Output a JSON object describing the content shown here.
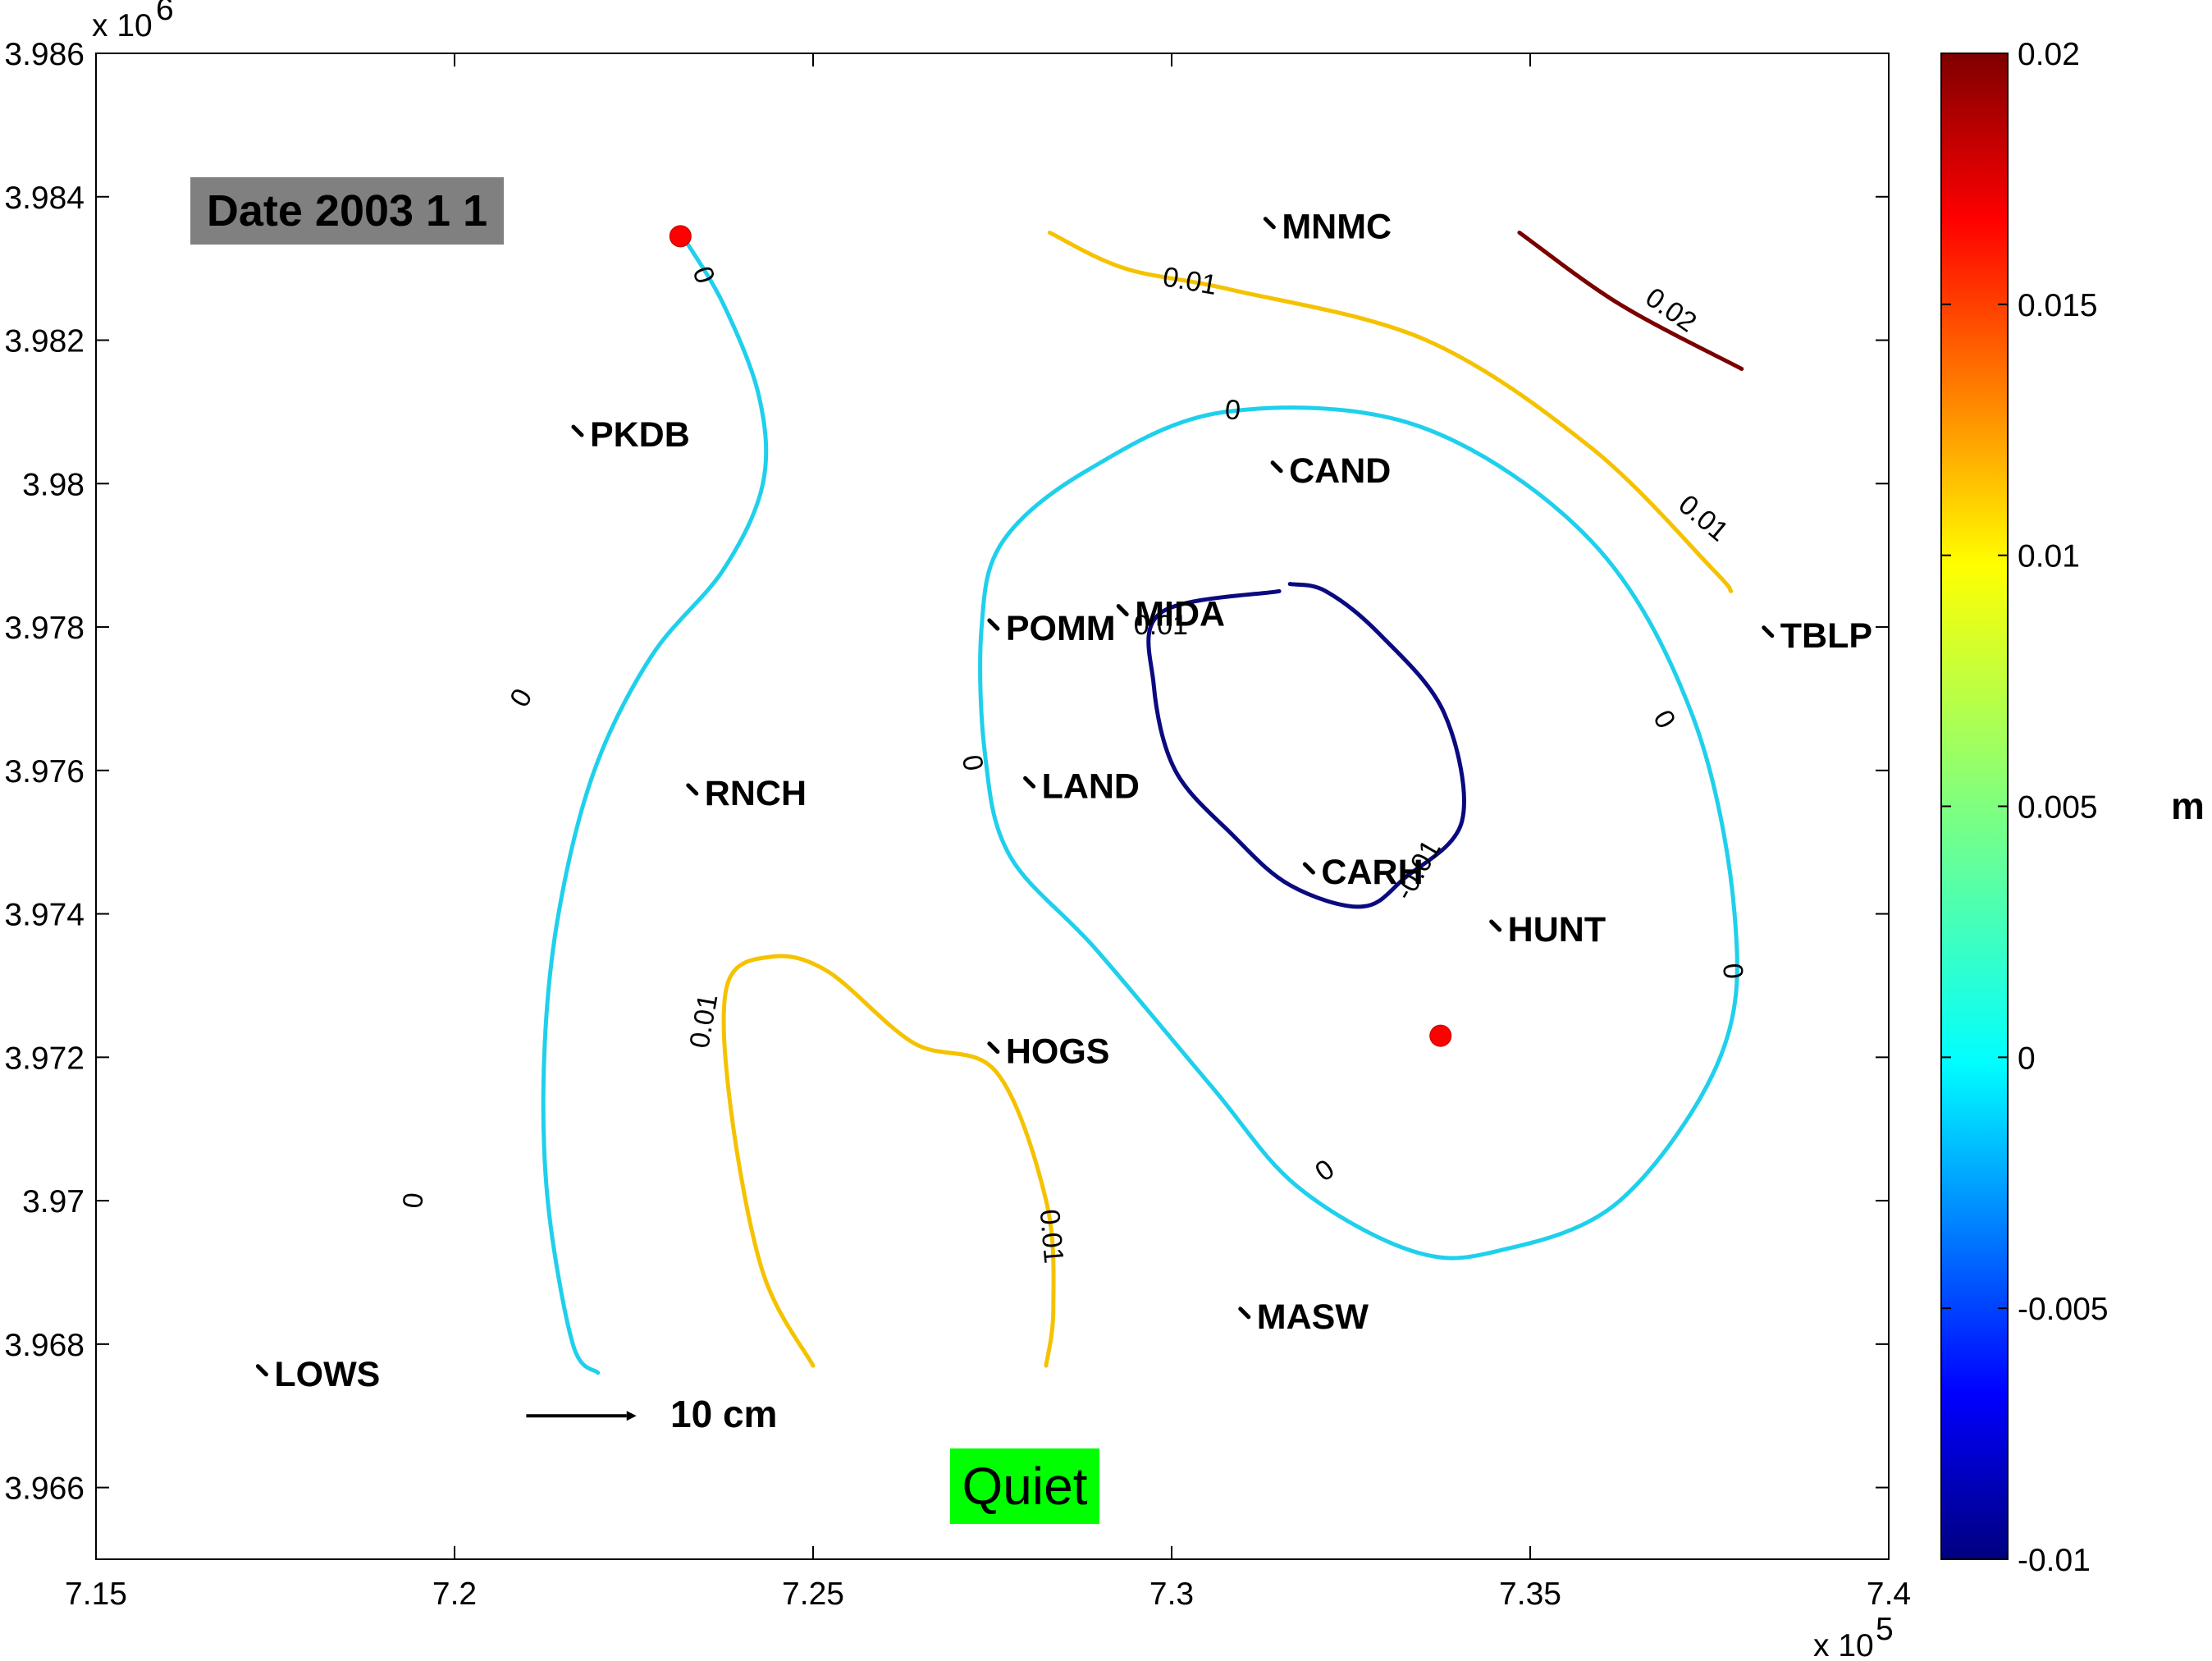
{
  "chart_data": {
    "type": "contour",
    "title": "",
    "xlabel": "",
    "ylabel": "",
    "x_multiplier_label": "x 10",
    "x_multiplier_exp": "5",
    "y_multiplier_label": "x 10",
    "y_multiplier_exp": "6",
    "xlim": [
      7.15,
      7.4
    ],
    "ylim": [
      3.965,
      3.986
    ],
    "x_ticks": [
      "7.15",
      "7.2",
      "7.25",
      "7.3",
      "7.35",
      "7.4"
    ],
    "y_ticks": [
      "3.986",
      "3.984",
      "3.982",
      "3.98",
      "3.978",
      "3.976",
      "3.974",
      "3.972",
      "3.97",
      "3.968",
      "3.966"
    ],
    "colorbar": {
      "unit": "m",
      "range": [
        -0.01,
        0.02
      ],
      "tick_labels": [
        "0.02",
        "0.015",
        "0.01",
        "0.005",
        "0",
        "-0.005",
        "-0.01"
      ]
    },
    "stations": [
      {
        "name": "MNMC",
        "x": 7.314,
        "y": 3.9836
      },
      {
        "name": "PKDB",
        "x": 7.2175,
        "y": 3.9807
      },
      {
        "name": "CAND",
        "x": 7.315,
        "y": 3.9802
      },
      {
        "name": "POMM",
        "x": 7.2755,
        "y": 3.978
      },
      {
        "name": "MIDA",
        "x": 7.2935,
        "y": 3.9782
      },
      {
        "name": "TBLP",
        "x": 7.3835,
        "y": 3.9779
      },
      {
        "name": "RNCH",
        "x": 7.2335,
        "y": 3.9757
      },
      {
        "name": "LAND",
        "x": 7.2805,
        "y": 3.9758
      },
      {
        "name": "CARH",
        "x": 7.3195,
        "y": 3.9746
      },
      {
        "name": "HUNT",
        "x": 7.3455,
        "y": 3.9738
      },
      {
        "name": "HOGS",
        "x": 7.2755,
        "y": 3.9721
      },
      {
        "name": "MASW",
        "x": 7.3105,
        "y": 3.9684
      },
      {
        "name": "LOWS",
        "x": 7.1735,
        "y": 3.9676
      }
    ],
    "red_markers": [
      {
        "x": 7.2315,
        "y": 3.98345
      },
      {
        "x": 7.3375,
        "y": 3.9723
      }
    ],
    "contours": [
      {
        "level": "0",
        "color": "#1fd0ec",
        "points": [
          [
            7.2315,
            3.9835
          ],
          [
            7.2375,
            3.9825
          ],
          [
            7.2425,
            3.9812
          ],
          [
            7.243,
            3.98
          ],
          [
            7.2375,
            3.9788
          ],
          [
            7.2275,
            3.9776
          ],
          [
            7.2195,
            3.976
          ],
          [
            7.2145,
            3.974
          ],
          [
            7.2125,
            3.972
          ],
          [
            7.213,
            3.97
          ],
          [
            7.2165,
            3.968
          ],
          [
            7.22,
            3.9676
          ]
        ]
      },
      {
        "level": "0",
        "color": "#1fd0ec",
        "closed": true,
        "points": [
          [
            7.3075,
            3.981
          ],
          [
            7.2885,
            3.9802
          ],
          [
            7.2765,
            3.9792
          ],
          [
            7.2735,
            3.978
          ],
          [
            7.274,
            3.9762
          ],
          [
            7.2775,
            3.9748
          ],
          [
            7.2895,
            3.9735
          ],
          [
            7.3055,
            3.9716
          ],
          [
            7.3175,
            3.9702
          ],
          [
            7.3335,
            3.9693
          ],
          [
            7.3455,
            3.9693
          ],
          [
            7.3625,
            3.97
          ],
          [
            7.3765,
            3.972
          ],
          [
            7.3785,
            3.974
          ],
          [
            7.3725,
            3.9768
          ],
          [
            7.3585,
            3.9792
          ],
          [
            7.3345,
            3.9808
          ]
        ]
      },
      {
        "level": "0.01",
        "color": "#f5c200",
        "points": [
          [
            7.283,
            3.9835
          ],
          [
            7.2935,
            3.983
          ],
          [
            7.3085,
            3.9827
          ],
          [
            7.3355,
            3.982
          ],
          [
            7.3585,
            3.9805
          ],
          [
            7.3755,
            3.9788
          ],
          [
            7.378,
            3.9785
          ]
        ]
      },
      {
        "level": "0.01",
        "color": "#f5c200",
        "points": [
          [
            7.25,
            3.9677
          ],
          [
            7.243,
            3.969
          ],
          [
            7.2385,
            3.9713
          ],
          [
            7.238,
            3.973
          ],
          [
            7.244,
            3.9734
          ],
          [
            7.252,
            3.9732
          ],
          [
            7.264,
            3.9722
          ],
          [
            7.2755,
            3.9718
          ],
          [
            7.2825,
            3.97
          ],
          [
            7.2835,
            3.9685
          ],
          [
            7.2825,
            3.9677
          ]
        ]
      },
      {
        "level": "0.02",
        "color": "#7a0000",
        "points": [
          [
            7.3485,
            3.9835
          ],
          [
            7.3625,
            3.9825
          ],
          [
            7.3795,
            3.9816
          ]
        ]
      },
      {
        "level": "-0.01",
        "color": "#0a0a80",
        "closed": false,
        "points": [
          [
            7.315,
            3.9785
          ],
          [
            7.2985,
            3.9782
          ],
          [
            7.2975,
            3.9772
          ],
          [
            7.3005,
            3.976
          ],
          [
            7.3085,
            3.9751
          ],
          [
            7.3165,
            3.9744
          ],
          [
            7.3265,
            3.9741
          ],
          [
            7.3325,
            3.9745
          ],
          [
            7.3405,
            3.9753
          ],
          [
            7.338,
            3.9768
          ],
          [
            7.329,
            3.9779
          ],
          [
            7.3215,
            3.9785
          ],
          [
            7.3165,
            3.9786
          ]
        ]
      }
    ],
    "contour_labels": [
      {
        "text": "0",
        "x": 7.2345,
        "y": 3.9829,
        "rot": 70
      },
      {
        "text": "0",
        "x": 7.2095,
        "y": 3.977,
        "rot": -60
      },
      {
        "text": "0",
        "x": 7.1945,
        "y": 3.97,
        "rot": -85
      },
      {
        "text": "0",
        "x": 7.3085,
        "y": 3.981,
        "rot": 5
      },
      {
        "text": "0",
        "x": 7.272,
        "y": 3.9761,
        "rot": 80
      },
      {
        "text": "0",
        "x": 7.3215,
        "y": 3.9704,
        "rot": -35
      },
      {
        "text": "0",
        "x": 7.3685,
        "y": 3.9767,
        "rot": 60
      },
      {
        "text": "0",
        "x": 7.378,
        "y": 3.9732,
        "rot": 85
      },
      {
        "text": "0.01",
        "x": 7.3025,
        "y": 3.9828,
        "rot": 10
      },
      {
        "text": "0.01",
        "x": 7.374,
        "y": 3.9795,
        "rot": 40
      },
      {
        "text": "0.01",
        "x": 7.235,
        "y": 3.9725,
        "rot": -80
      },
      {
        "text": "0.01",
        "x": 7.283,
        "y": 3.9695,
        "rot": 85
      },
      {
        "text": "0.02",
        "x": 7.3695,
        "y": 3.9824,
        "rot": 35
      },
      {
        "text": "0.01",
        "x": 7.2985,
        "y": 3.978,
        "rot": 0
      },
      {
        "text": "-0.01",
        "x": 7.3345,
        "y": 3.9746,
        "rot": -60
      }
    ],
    "arrow_scale_label": "10 cm",
    "arrow_scale_start": [
      7.21,
      3.967
    ],
    "arrow_scale_end": [
      7.224,
      3.967
    ]
  },
  "date_label": "Date 2003 1 1",
  "status_label": "Quiet"
}
